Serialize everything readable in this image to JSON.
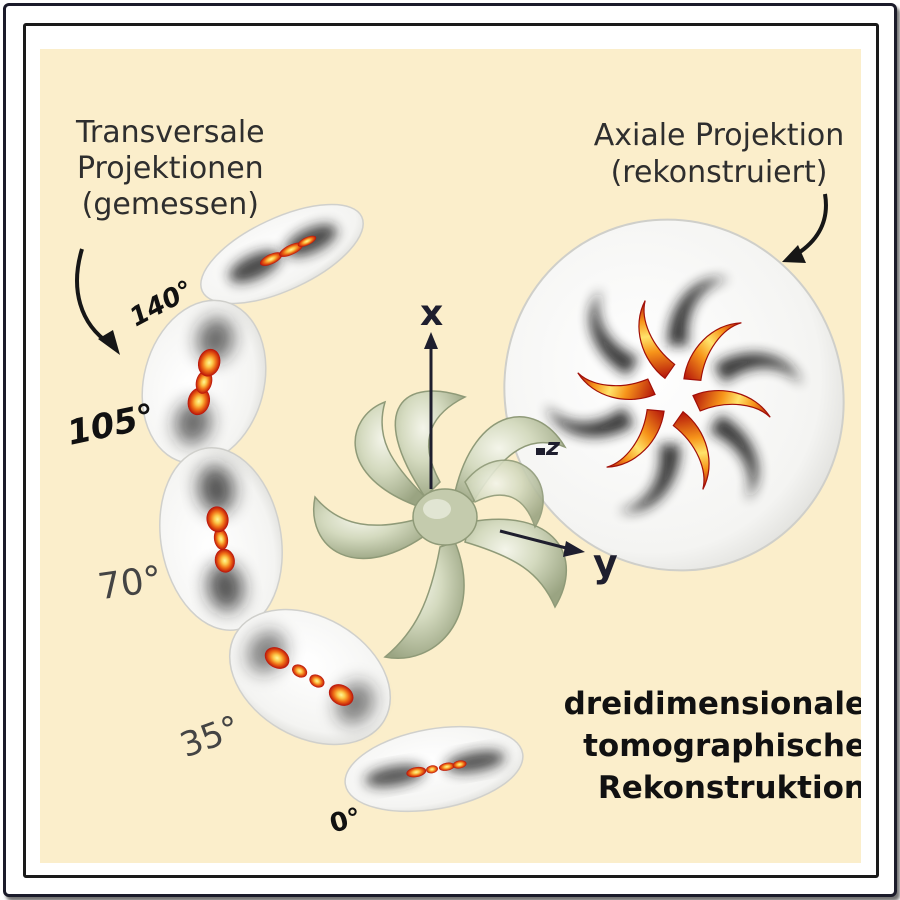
{
  "labels": {
    "transversal": [
      "Transversale",
      "Projektionen",
      "(gemessen)"
    ],
    "axial": [
      "Axiale Projektion",
      "(rekonstruiert)"
    ],
    "summary": [
      "dreidimensionale",
      "tomographische",
      "Rekonstruktion"
    ]
  },
  "angles": [
    "140°",
    "105°",
    "70°",
    "35°",
    "0°"
  ],
  "axes": {
    "x": "x",
    "y": "y",
    "z": "z"
  },
  "colors": {
    "background": "#fbeecb",
    "frame": "#1b1b2a",
    "hot_core": "#fff07a",
    "hot_mid": "#f59a1a",
    "hot_edge": "#c4160c",
    "shadow": "#1c1c1c",
    "sculpture": "#d2d8bc"
  }
}
